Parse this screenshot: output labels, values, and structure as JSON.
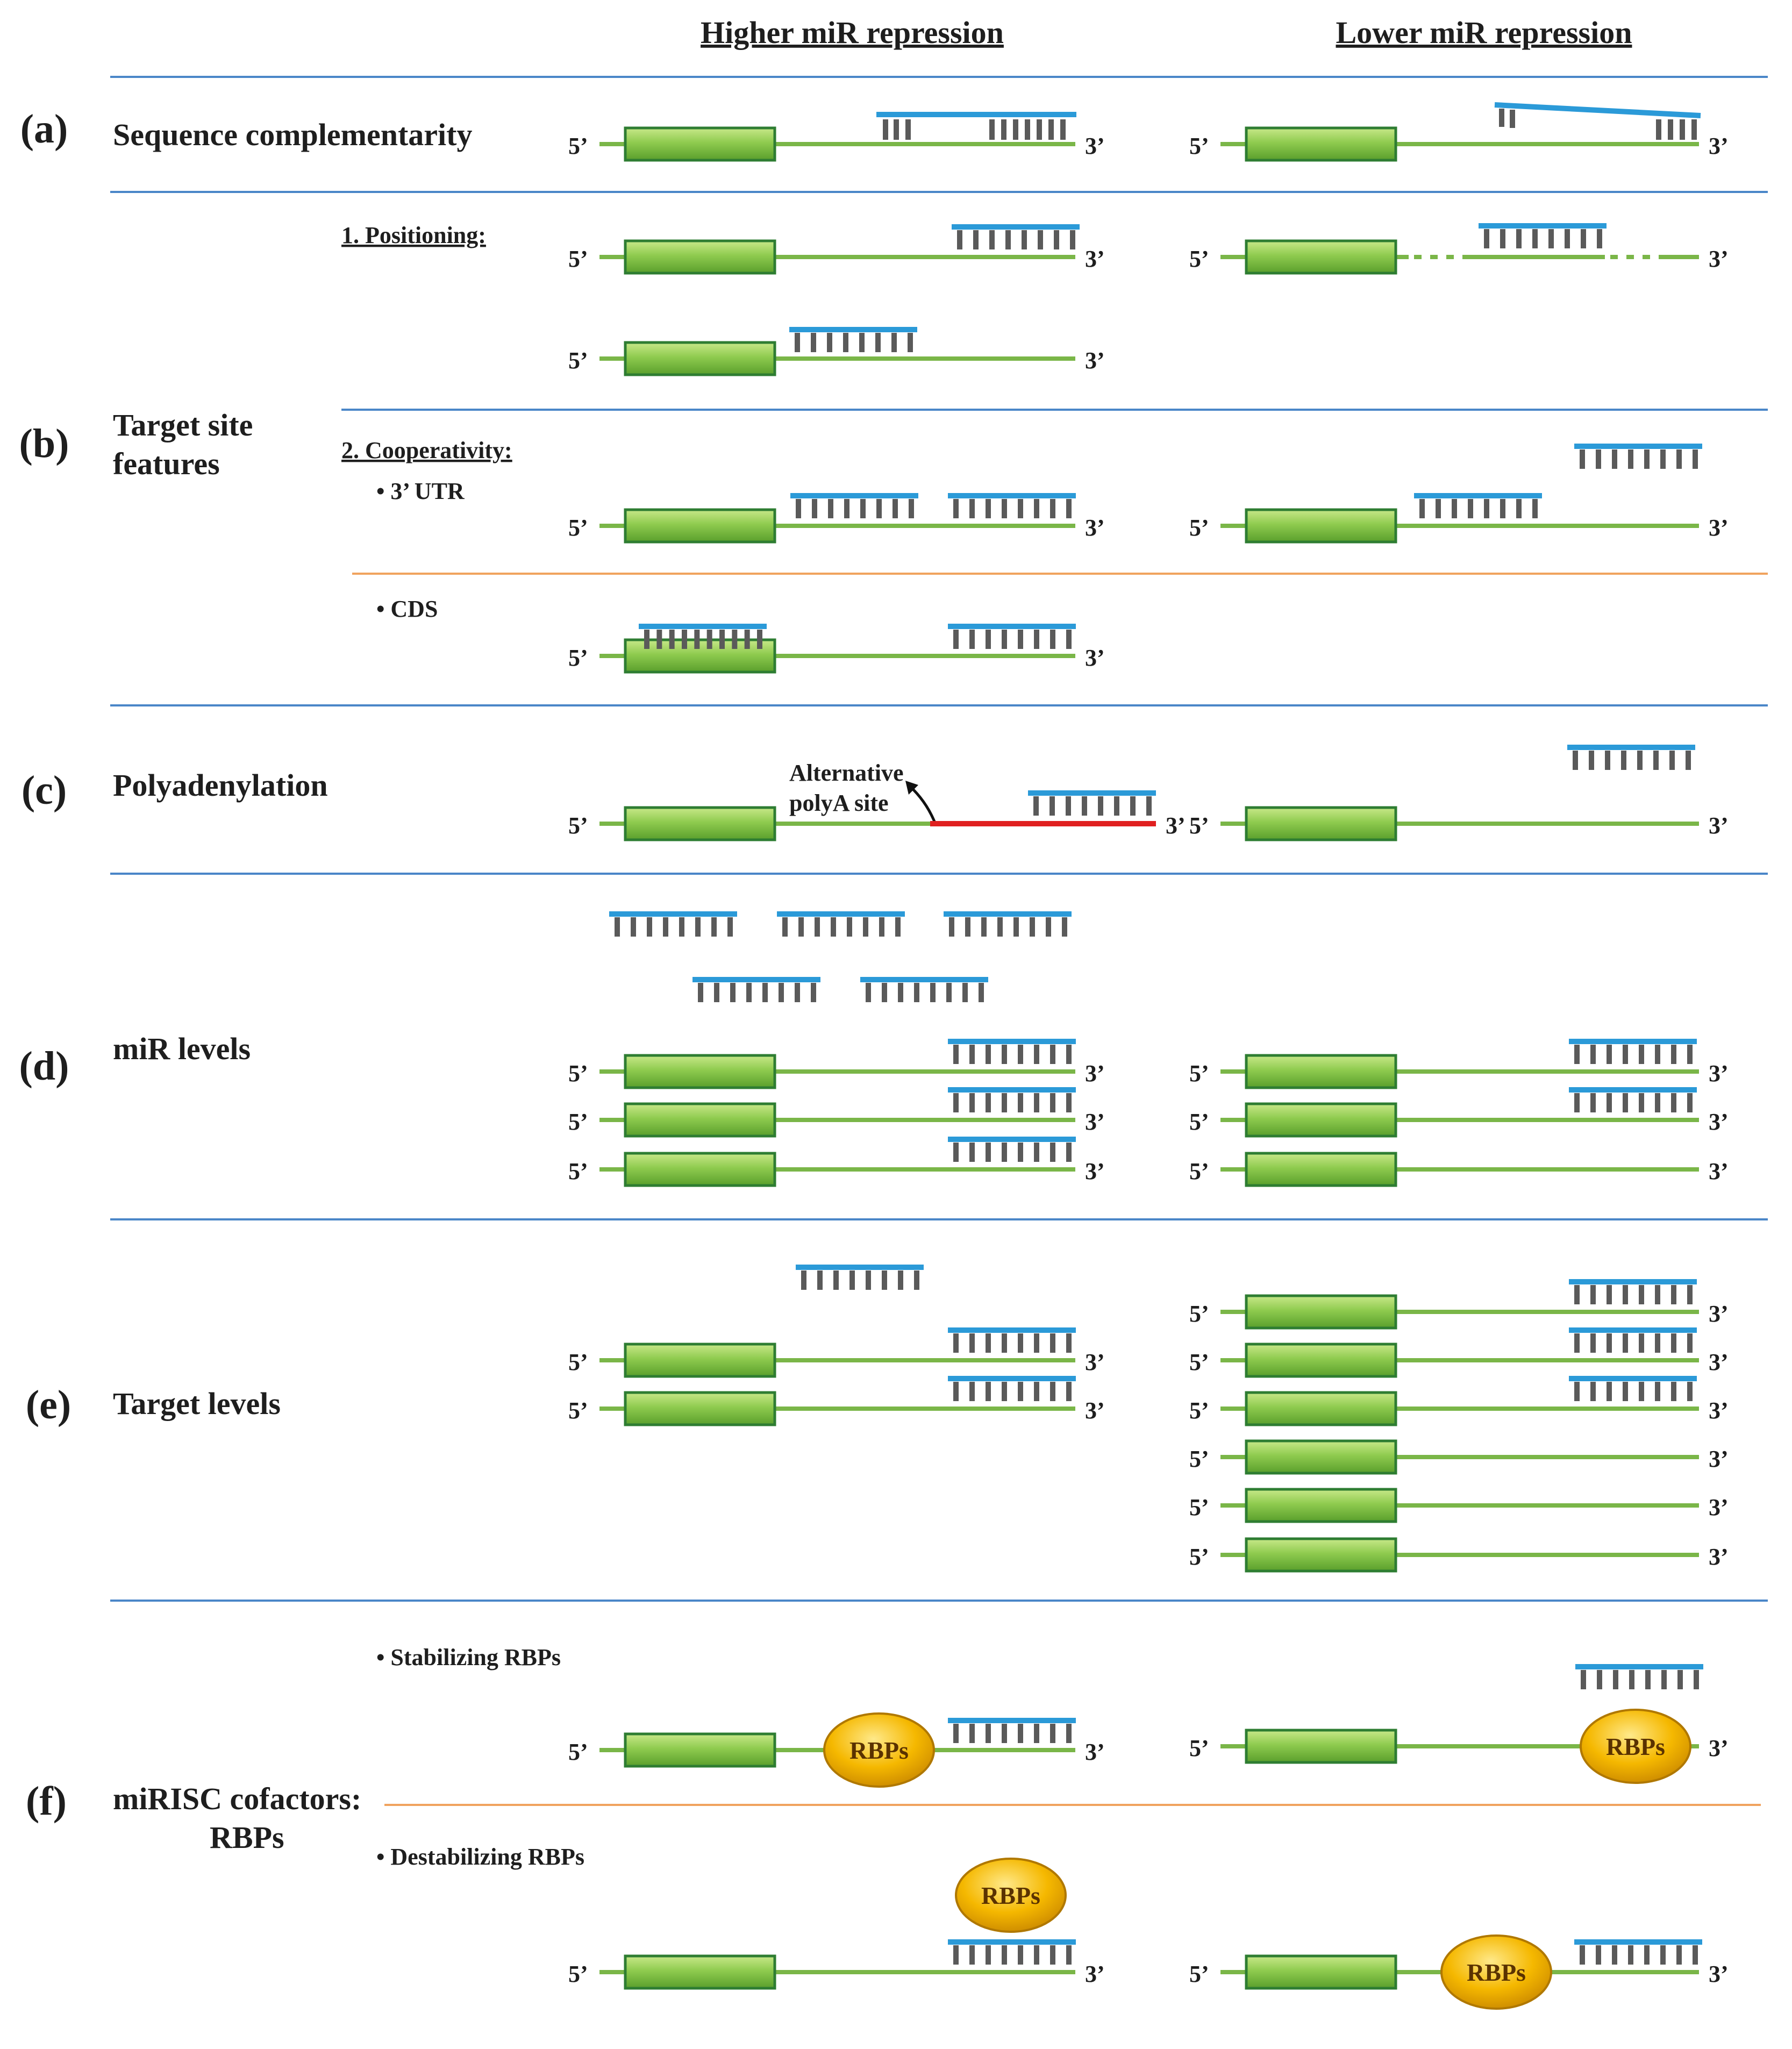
{
  "columns": {
    "higher": "Higher miR repression",
    "lower": "Lower miR repression"
  },
  "ends": {
    "five": "5’",
    "three": "3’"
  },
  "panels": {
    "a": {
      "letter": "(a)",
      "title": "Sequence complementarity"
    },
    "b": {
      "letter": "(b)",
      "title_line1": "Target site",
      "title_line2": "features",
      "positioning": "1. Positioning:",
      "cooperativity": "2. Cooperativity:",
      "utr": "• 3’ UTR",
      "cds": "• CDS"
    },
    "c": {
      "letter": "(c)",
      "title": "Polyadenylation",
      "alt_line1": "Alternative",
      "alt_line2": "polyA site"
    },
    "d": {
      "letter": "(d)",
      "title": "miR levels"
    },
    "e": {
      "letter": "(e)",
      "title": "Target levels"
    },
    "f": {
      "letter": "(f)",
      "title_line1": "miRISC cofactors:",
      "title_line2": "RBPs",
      "stabilizing": "• Stabilizing RBPs",
      "destabilizing": "• Destabilizing RBPs",
      "rbp": "RBPs"
    }
  },
  "colors": {
    "divider": "#4a86c8",
    "subdivider": "#f0a35e",
    "mrna_line": "#7ab648",
    "cds_box": "#8fcb4f",
    "cds_border": "#2e7d32",
    "mirna_bar": "#2b9ad8",
    "teeth": "#5a5a5a",
    "polyA_extension": "#e02020",
    "rbp_fill": "#f5b800"
  }
}
